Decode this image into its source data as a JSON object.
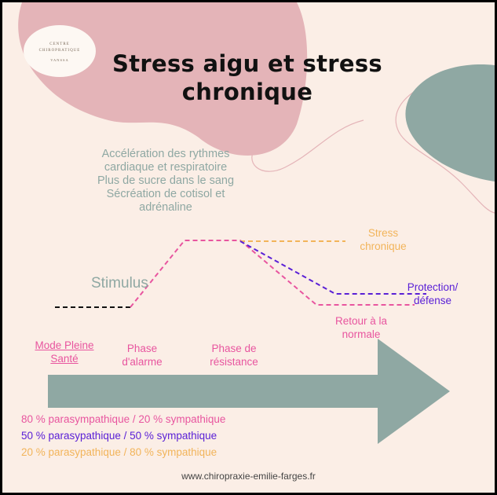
{
  "logo": {
    "line1": "CENTRE",
    "line2": "CHIROPRATIQUE",
    "line3": "VANSSA"
  },
  "title": "Stress aigu et stress chronique",
  "effects": [
    "Accélération des rythmes",
    "cardiaque et respiratoire",
    "Plus de sucre dans le sang",
    "Sécréation de cotisol et",
    "adrénaline"
  ],
  "labels": {
    "stimulus": "Stimulus",
    "stress_chronique": [
      "Stress",
      "chronique"
    ],
    "protection": [
      "Protection/",
      "défense"
    ],
    "retour": [
      "Retour à la",
      "normale"
    ],
    "mode": [
      "Mode Pleine",
      "Santé"
    ],
    "phase_alarme": [
      "Phase",
      "d'alarme"
    ],
    "phase_resistance": [
      "Phase de",
      "résistance"
    ]
  },
  "ratios": [
    "80 % parasympathique / 20 % sympathique",
    "50 % parasypathique / 50 % sympathique",
    "20 % parasypathique / 80 % sympathique"
  ],
  "website": "www.chiropraxie-emilie-farges.fr",
  "colors": {
    "background": "#fbeee6",
    "blob_pink": "#e4b4b8",
    "blob_teal": "#8fa8a3",
    "arrow": "#8fa8a3",
    "pink": "#e8559f",
    "purple": "#5a20d6",
    "orange": "#f2b45a",
    "black_line": "#111111"
  }
}
